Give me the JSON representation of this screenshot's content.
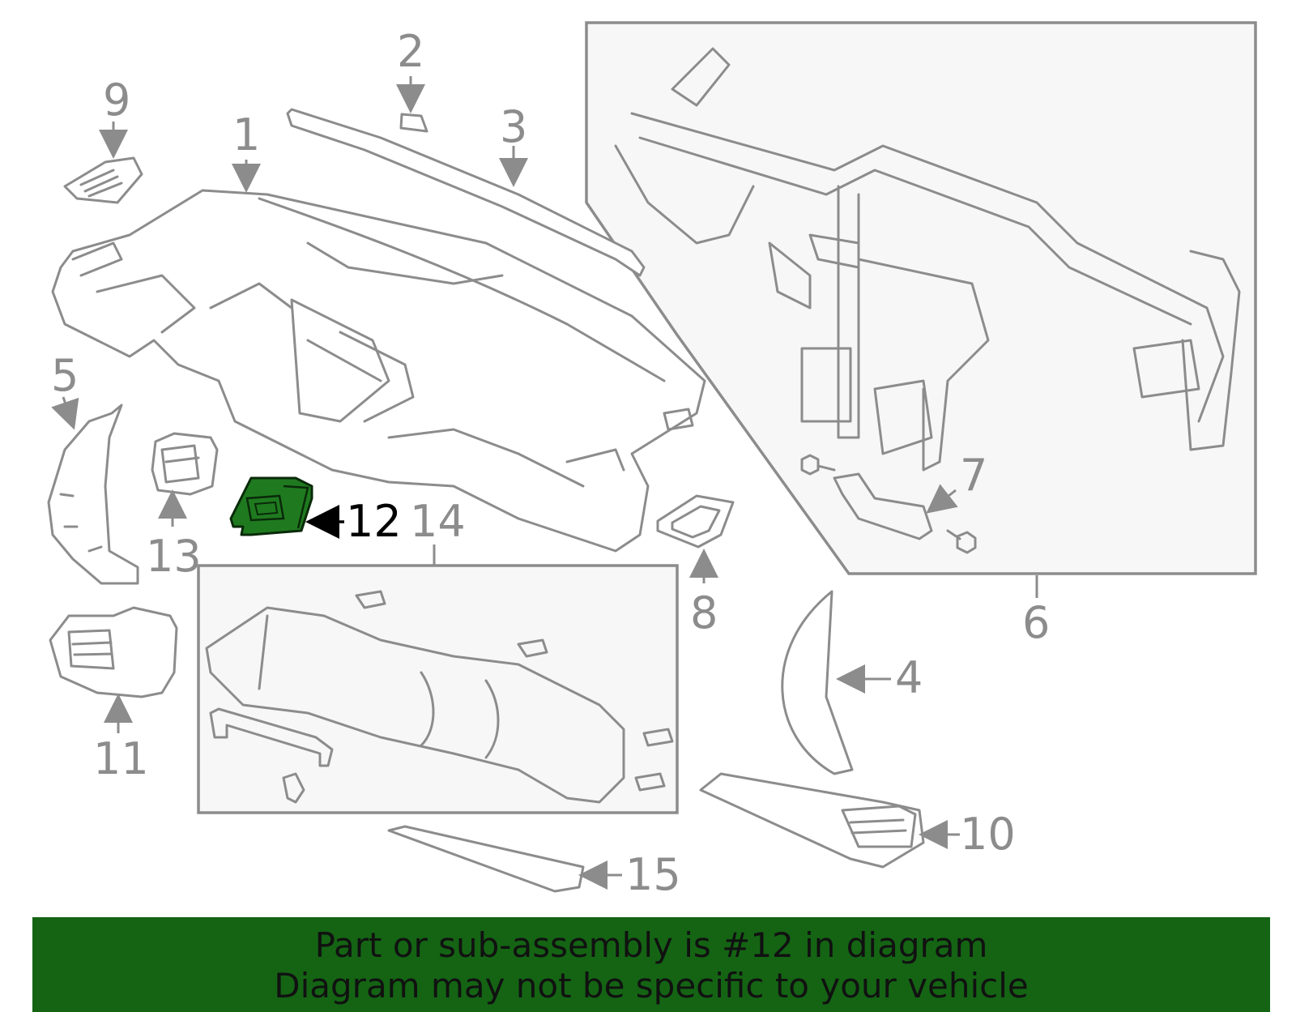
{
  "colors": {
    "highlight": "#1f7a1f",
    "footer_bg": "#146414",
    "line": "#8c8c8c",
    "box_fill": "#f7f7f7"
  },
  "callouts": [
    "1",
    "2",
    "3",
    "4",
    "5",
    "6",
    "7",
    "8",
    "9",
    "10",
    "11",
    "12",
    "13",
    "14",
    "15"
  ],
  "highlighted_part": "12",
  "footer": {
    "line1": "Part or sub-assembly is #12 in diagram",
    "line2": "Diagram may not be specific to your vehicle"
  }
}
